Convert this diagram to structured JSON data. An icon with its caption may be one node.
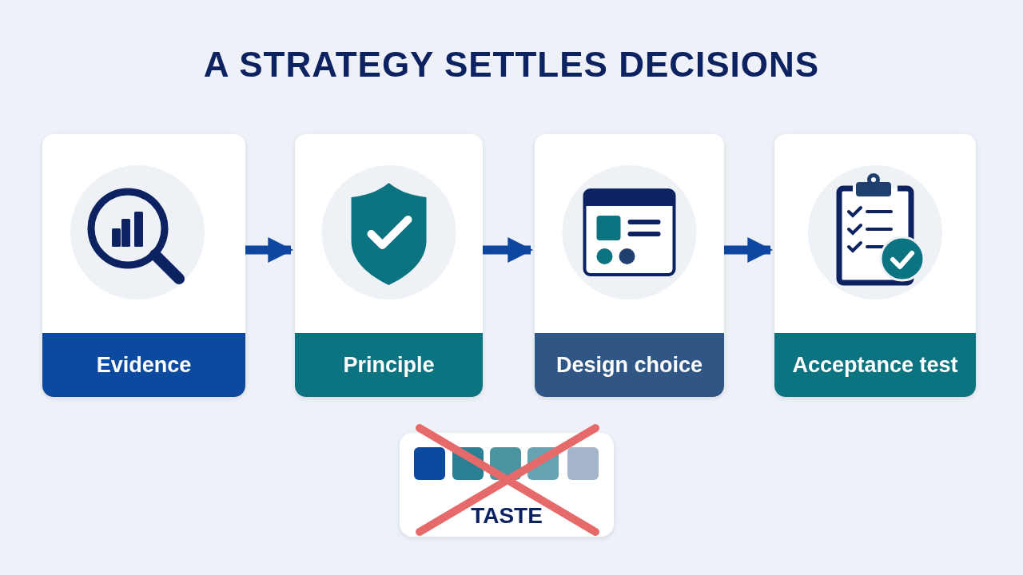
{
  "diagram": {
    "title": "A STRATEGY SETTLES DECISIONS",
    "nodes": [
      {
        "text": [
          "Evidence"
        ]
      },
      {
        "text": [
          "Principle"
        ]
      },
      {
        "text": [
          "Design choice"
        ]
      },
      {
        "text": [
          "Acceptance test"
        ]
      },
      {
        "text": [
          "TASTE"
        ]
      }
    ],
    "edges": [
      {
        "from": 0,
        "to": 1,
        "arrow": "to"
      },
      {
        "from": 1,
        "to": 2,
        "arrow": "to"
      },
      {
        "from": 2,
        "to": 3,
        "arrow": "to"
      }
    ]
  }
}
